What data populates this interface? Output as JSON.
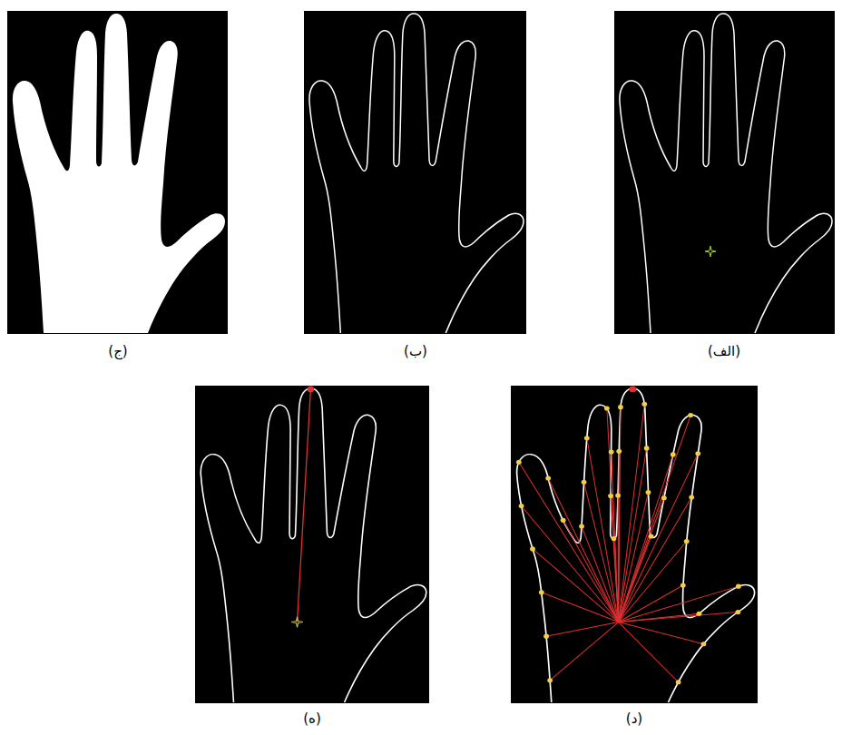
{
  "diagram": {
    "labels": [
      "(الف)",
      "(ب)",
      "(ج)",
      "(د)",
      "(ه)"
    ]
  }
}
